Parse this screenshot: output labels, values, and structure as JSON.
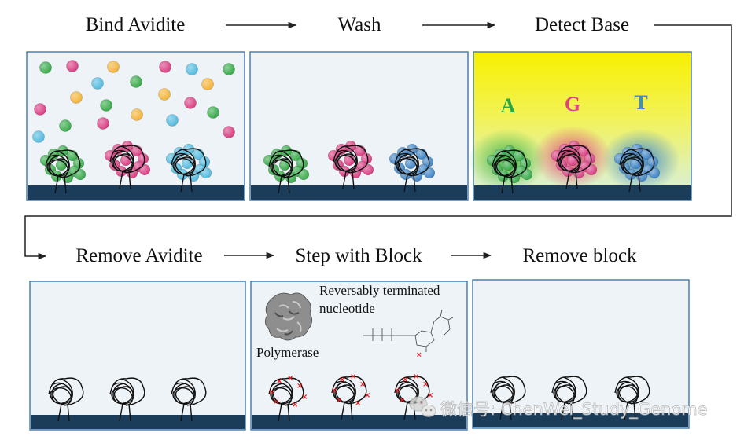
{
  "steps_row1": [
    "Bind Avidite",
    "Wash",
    "Detect Base"
  ],
  "steps_row2": [
    "Remove Avidite",
    "Step with Block",
    "Remove block"
  ],
  "base_labels": {
    "a": "A",
    "g": "G",
    "t": "T"
  },
  "block_panel": {
    "nucleotide_label_line1": "Reversably terminated",
    "nucleotide_label_line2": "nucleotide",
    "polymerase_label": "Polymerase"
  },
  "watermark": "微信号: ChenWei_Study_Genome",
  "colors": {
    "green": "#33a845",
    "pink": "#d83b80",
    "blue": "#3b82c4",
    "cyan": "#4fb9de",
    "orange": "#f3b235",
    "panel_fill": "#eef3f8",
    "panel_border": "#4a7fb0",
    "floor": "#1c3d5a",
    "arrow": "#222222"
  }
}
